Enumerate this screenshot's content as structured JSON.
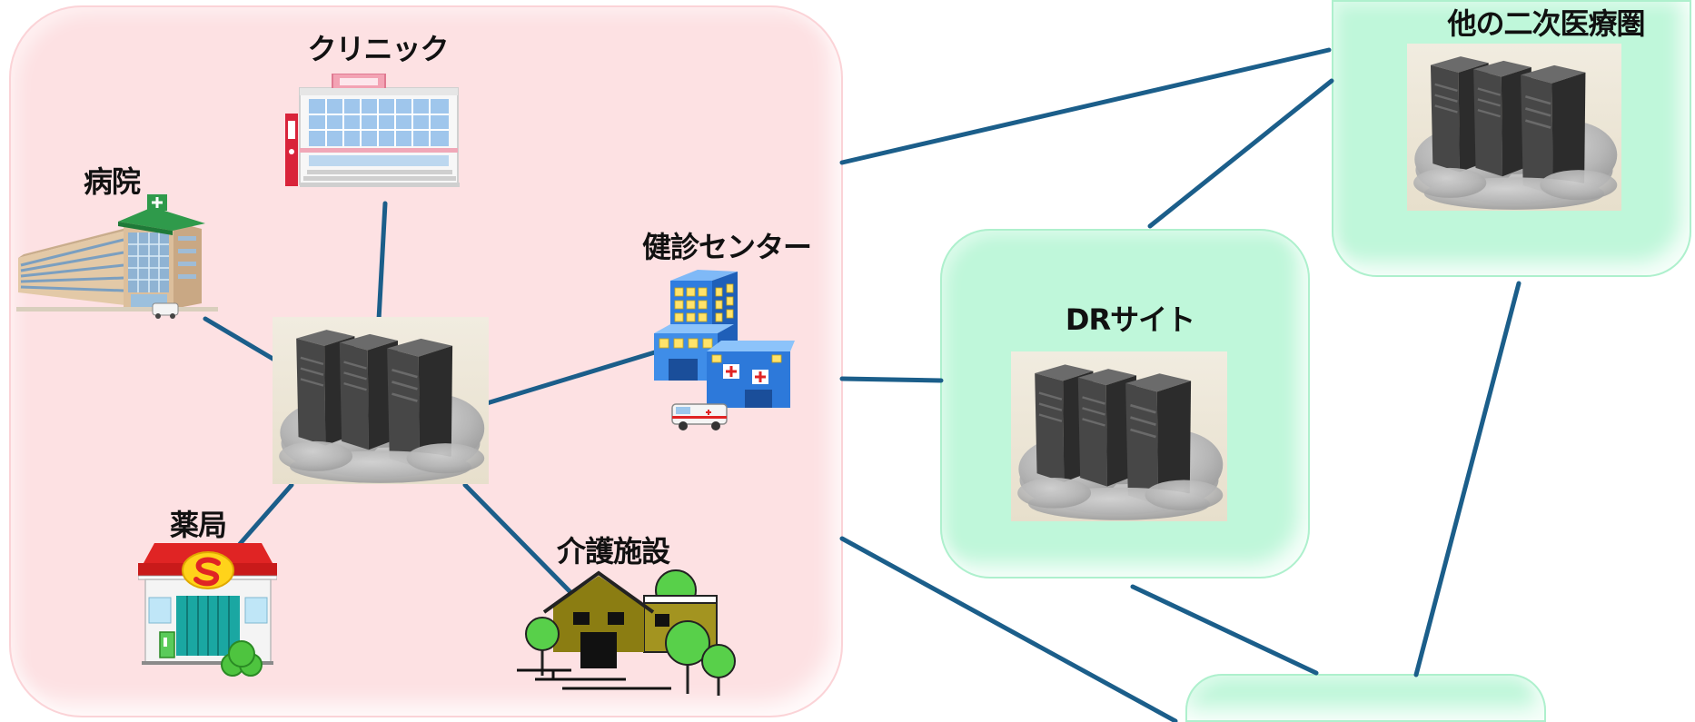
{
  "diagram": {
    "nodes": {
      "clinic": {
        "label": "クリニック",
        "icon": "clinic-building-icon"
      },
      "hospital": {
        "label": "病院",
        "icon": "hospital-building-icon"
      },
      "checkup_center": {
        "label": "健診センター",
        "icon": "checkup-center-building-icon"
      },
      "pharmacy": {
        "label": "薬局",
        "icon": "pharmacy-store-icon"
      },
      "care_facility": {
        "label": "介護施設",
        "icon": "care-facility-house-icon"
      },
      "regional_server": {
        "icon": "server-cloud-icon"
      }
    },
    "regions": {
      "regional_network": {
        "color": "#fde1e3"
      },
      "dr_site": {
        "label": "DRサイト",
        "icon": "server-cloud-icon",
        "color": "#bff7da"
      },
      "other_medical_area": {
        "label": "他の二次医療圏",
        "icon": "server-cloud-icon",
        "color": "#bff7da"
      },
      "bottom_area": {
        "color": "#bff7da"
      }
    },
    "colors": {
      "link": "#1b5e8a",
      "label_text": "#111111"
    }
  }
}
